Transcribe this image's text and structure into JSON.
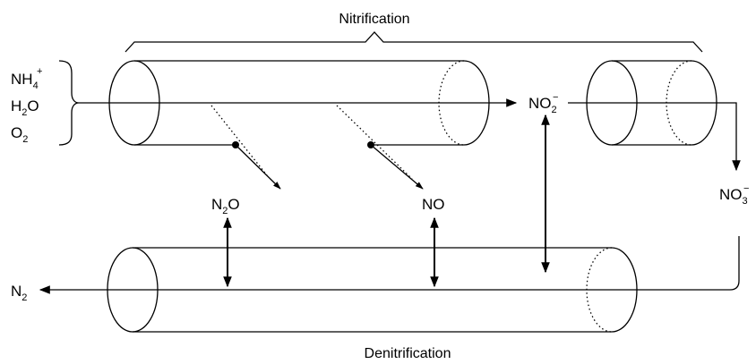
{
  "titles": {
    "top": "Nitrification",
    "bottom": "Denitrification"
  },
  "inputs": {
    "nh": {
      "base": "NH",
      "sub": "4",
      "sup": "+"
    },
    "h2o": {
      "base": "H",
      "sub": "2",
      "tail": "O"
    },
    "o2": {
      "base": "O",
      "sub": "2"
    }
  },
  "species": {
    "no2": {
      "base": "NO",
      "sub": "2",
      "sup": "−"
    },
    "no3": {
      "base": "NO",
      "sub": "3",
      "sup": "−"
    },
    "n2o": {
      "base": "N",
      "sub": "2",
      "tail": "O"
    },
    "no": {
      "base": "NO"
    },
    "n2": {
      "base": "N",
      "sub": "2"
    }
  },
  "colors": {
    "ink": "#000000",
    "background": "#ffffff"
  }
}
